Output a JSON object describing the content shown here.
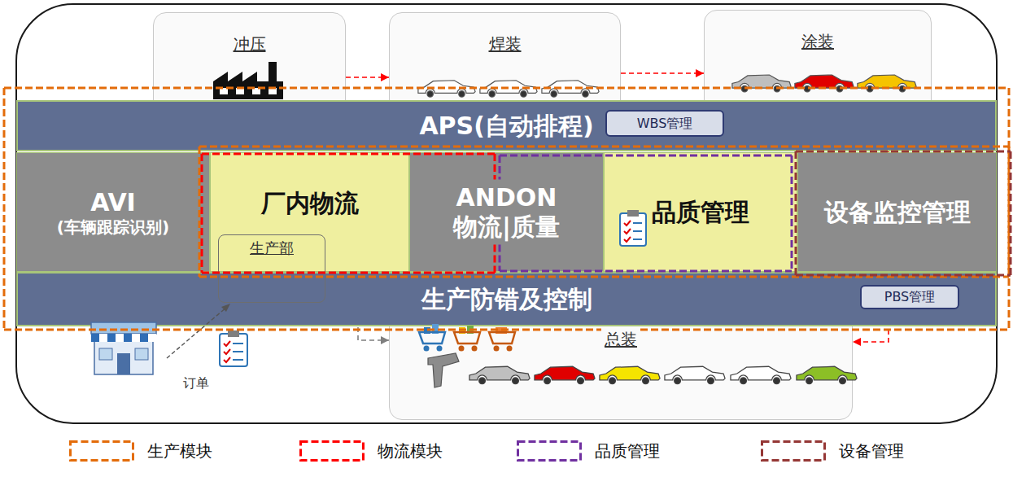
{
  "diagram": {
    "nodes": [
      {
        "text": [
          "冲压"
        ]
      },
      {
        "text": [
          "焊装"
        ]
      },
      {
        "text": [
          "涂装"
        ]
      },
      {
        "text": [
          "APS(自动排程)"
        ]
      },
      {
        "text": [
          "WBS管理"
        ],
        "in": 3
      },
      {
        "text": [
          "AVI",
          "(车辆跟踪识别)"
        ]
      },
      {
        "text": [
          "厂内物流"
        ]
      },
      {
        "text": [
          "ANDON 物流|质量"
        ]
      },
      {
        "text": [
          "品质管理"
        ]
      },
      {
        "text": [
          "设备监控管理"
        ]
      },
      {
        "text": [
          "生产部"
        ]
      },
      {
        "text": [
          "生产防错及控制"
        ]
      },
      {
        "text": [
          "PBS管理"
        ],
        "in": 11
      },
      {
        "text": [
          "总装"
        ]
      }
    ],
    "edges": [
      {
        "from": 0,
        "to": 1,
        "arrow": "to"
      },
      {
        "from": 1,
        "to": 2,
        "arrow": "to"
      },
      {
        "from": 2,
        "to": 13,
        "arrow": "to"
      },
      {
        "from": 10,
        "to": 13,
        "arrow": "to"
      }
    ],
    "labels": [
      "订单"
    ],
    "legend": [
      {
        "text": "生产模块"
      },
      {
        "text": "物流模块"
      },
      {
        "text": "品质管理"
      },
      {
        "text": "设备管理"
      }
    ]
  }
}
